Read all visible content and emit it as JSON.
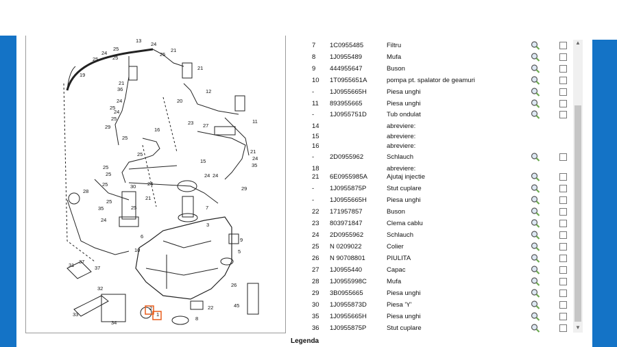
{
  "legend": {
    "title": "Legenda"
  },
  "diagram": {
    "callouts": [
      "19",
      "13",
      "25",
      "24",
      "25",
      "25",
      "24",
      "25",
      "21",
      "21",
      "36",
      "24",
      "12",
      "20",
      "21",
      "25",
      "25",
      "23",
      "24",
      "29",
      "25",
      "11",
      "16",
      "27",
      "25",
      "35",
      "24",
      "21",
      "25",
      "15",
      "24",
      "24",
      "28",
      "25",
      "30",
      "25",
      "24",
      "29",
      "25",
      "35",
      "7",
      "25",
      "3",
      "21",
      "24",
      "6",
      "10",
      "33",
      "37",
      "5",
      "31",
      "37",
      "9",
      "26",
      "32",
      "8",
      "34",
      "45",
      "22",
      "2",
      "1"
    ],
    "highlighted": [
      "2",
      "1"
    ]
  },
  "parts": [
    {
      "pos": "7",
      "part": "1C0955485",
      "desc": "Filtru",
      "zoom": true,
      "check": true
    },
    {
      "pos": "8",
      "part": "1J0955489",
      "desc": "Mufa",
      "zoom": true,
      "check": true
    },
    {
      "pos": "9",
      "part": "444955647",
      "desc": "Buson",
      "zoom": true,
      "check": true
    },
    {
      "pos": "10",
      "part": "1T0955651A",
      "desc": "pompa pt. spalator de geamuri",
      "zoom": true,
      "check": true
    },
    {
      "pos": "-",
      "part": "1J0955665H",
      "desc": "Piesa unghi",
      "zoom": true,
      "check": true
    },
    {
      "pos": "11",
      "part": "893955665",
      "desc": "Piesa unghi",
      "zoom": true,
      "check": true
    },
    {
      "pos": "-",
      "part": "1J0955751D",
      "desc": "Tub ondulat",
      "zoom": true,
      "check": true
    },
    {
      "pos": "14",
      "part": "",
      "desc": "abreviere:",
      "zoom": false,
      "check": false
    },
    {
      "pos": "15",
      "part": "",
      "desc": "abreviere:",
      "zoom": false,
      "check": false
    },
    {
      "pos": "16",
      "part": "",
      "desc": "abreviere:",
      "zoom": false,
      "check": false
    },
    {
      "pos": "-",
      "part": "2D0955962",
      "desc": "Schlauch",
      "zoom": true,
      "check": true
    },
    {
      "pos": "18",
      "part": "",
      "desc": "abreviere:",
      "zoom": false,
      "check": false
    },
    {
      "pos": "21",
      "part": "6E0955985A",
      "desc": "Ajutaj injectie",
      "zoom": true,
      "check": true
    },
    {
      "pos": "-",
      "part": "1J0955875P",
      "desc": "Stut cuplare",
      "zoom": true,
      "check": true
    },
    {
      "pos": "-",
      "part": "1J0955665H",
      "desc": "Piesa unghi",
      "zoom": true,
      "check": true
    },
    {
      "pos": "22",
      "part": "171957857",
      "desc": "Buson",
      "zoom": true,
      "check": true
    },
    {
      "pos": "23",
      "part": "803971847",
      "desc": "Clema cablu",
      "zoom": true,
      "check": true
    },
    {
      "pos": "24",
      "part": "2D0955962",
      "desc": "Schlauch",
      "zoom": true,
      "check": true
    },
    {
      "pos": "25",
      "part": "N 0209022",
      "desc": "Colier",
      "zoom": true,
      "check": true
    },
    {
      "pos": "26",
      "part": "N 90708801",
      "desc": "PIULITA",
      "zoom": true,
      "check": true
    },
    {
      "pos": "27",
      "part": "1J0955440",
      "desc": "Capac",
      "zoom": true,
      "check": true
    },
    {
      "pos": "28",
      "part": "1J0955998C",
      "desc": "Mufa",
      "zoom": true,
      "check": true
    },
    {
      "pos": "29",
      "part": "3B0955665",
      "desc": "Piesa unghi",
      "zoom": true,
      "check": true
    },
    {
      "pos": "30",
      "part": "1J0955873D",
      "desc": "Piesa 'Y'",
      "zoom": true,
      "check": true
    },
    {
      "pos": "35",
      "part": "1J0955665H",
      "desc": "Piesa unghi",
      "zoom": true,
      "check": true
    },
    {
      "pos": "36",
      "part": "1J0955875P",
      "desc": "Stut cuplare",
      "zoom": true,
      "check": true
    }
  ],
  "icons": {
    "zoom": "magnifier-icon",
    "checkbox": "checkbox-icon"
  },
  "colors": {
    "side": "#1473c6",
    "zoom_handle": "#6aa84f",
    "highlight": "#e85c1a"
  }
}
